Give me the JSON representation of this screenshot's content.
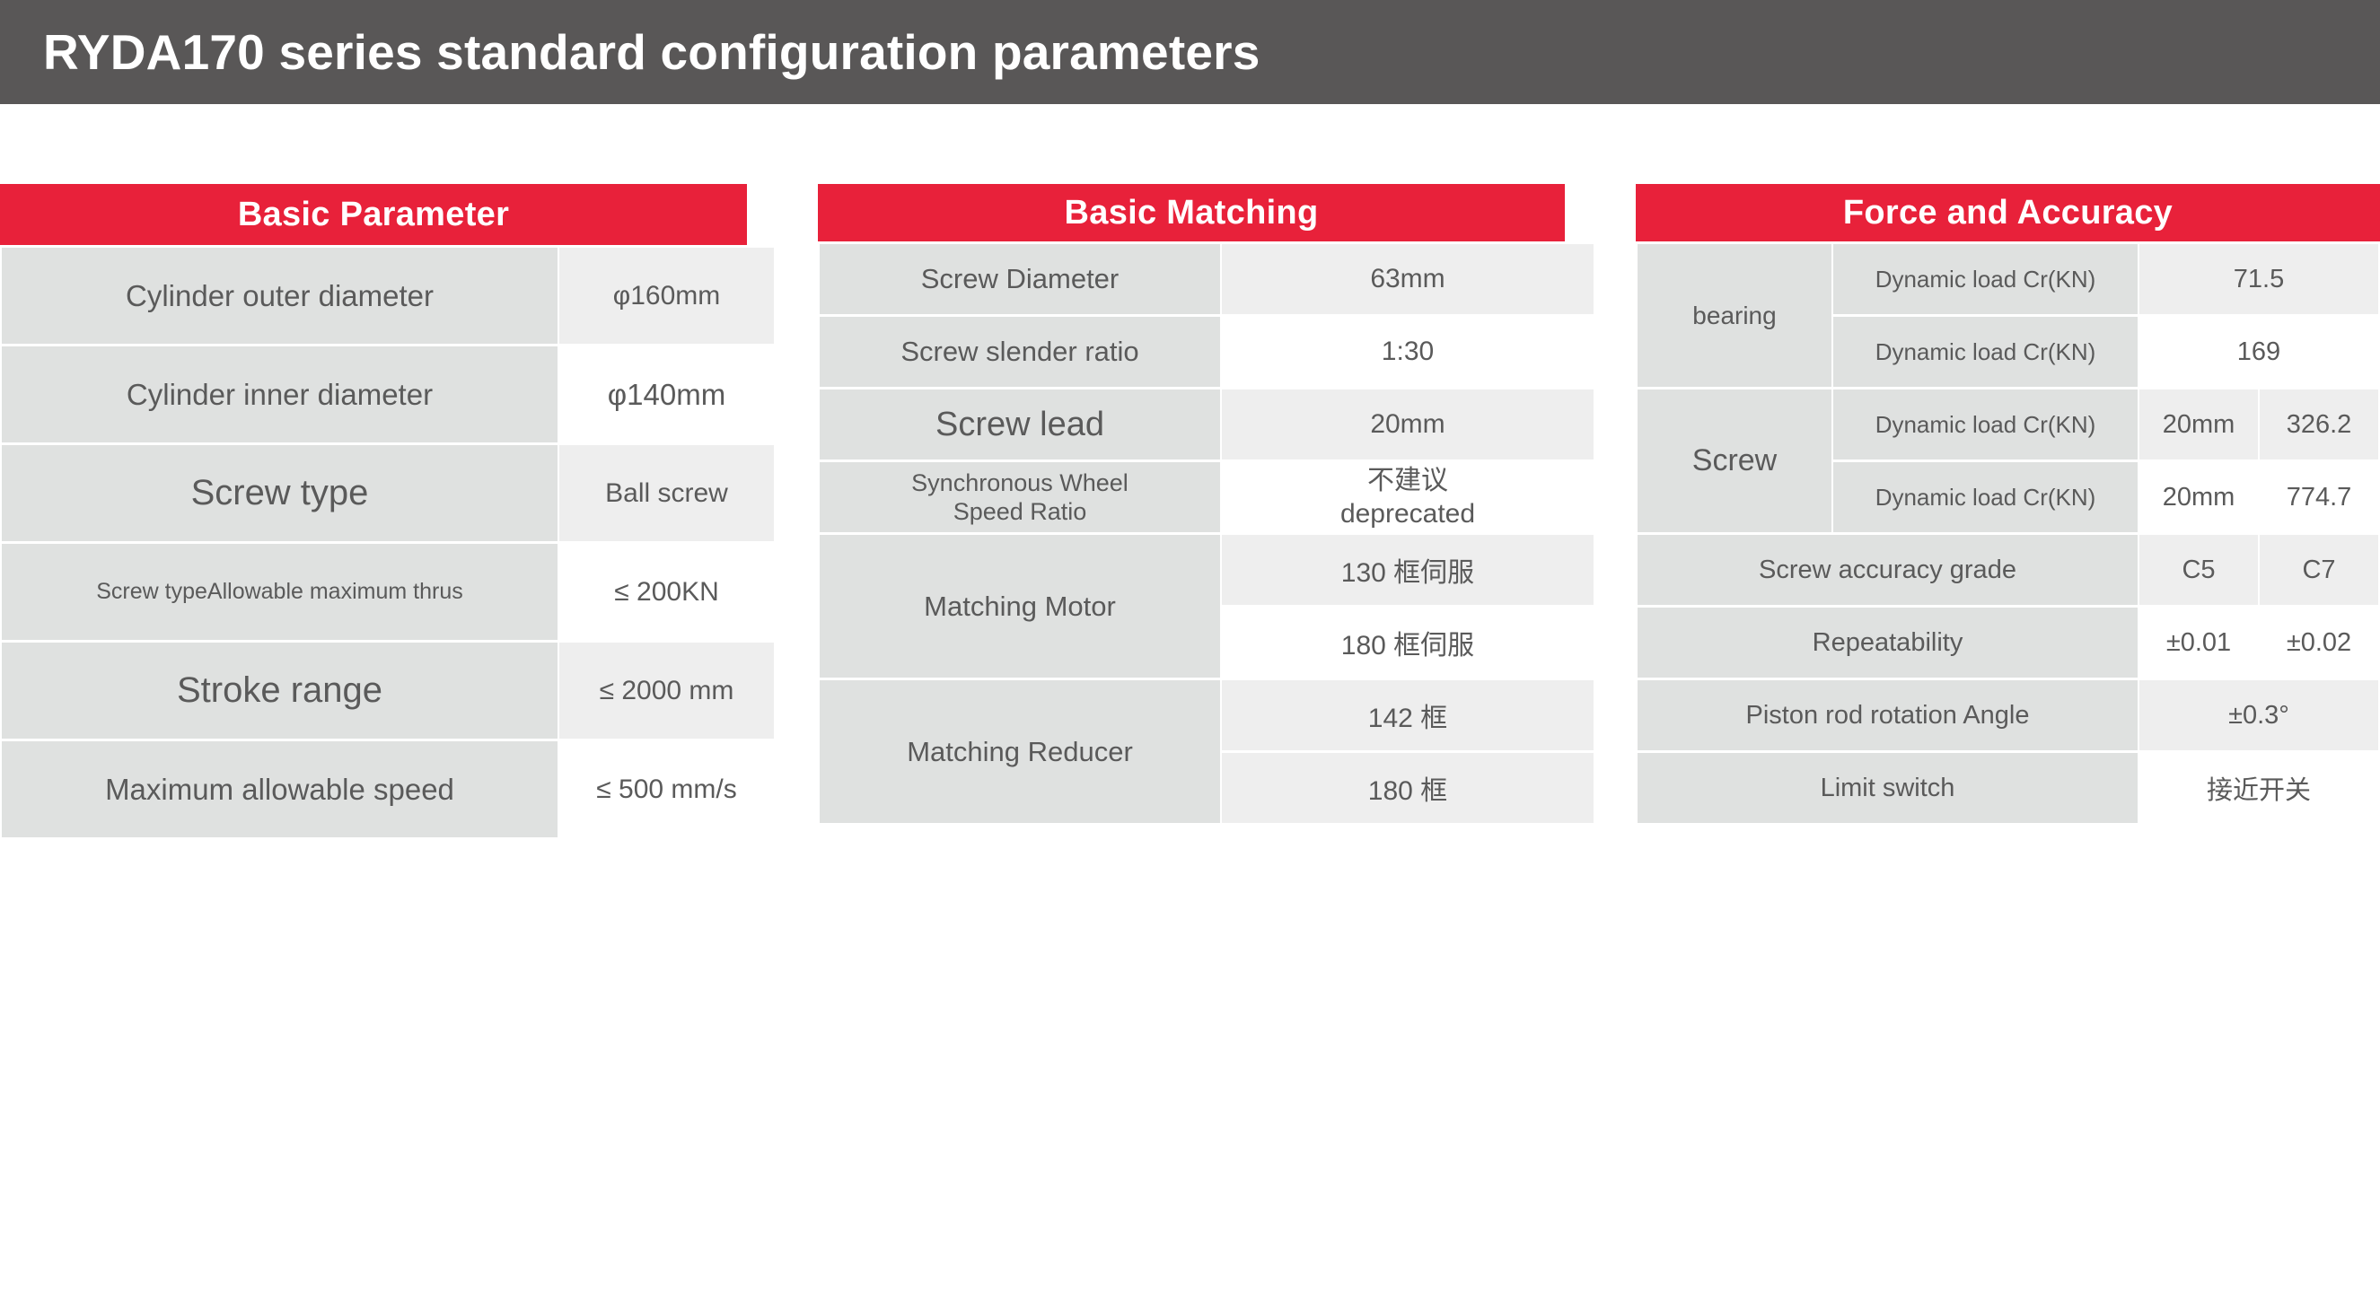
{
  "header": {
    "model": "RYDA170",
    "rest": " series standard configuration parameters",
    "full_title": "RYDA170 series standard configuration parameters",
    "bg_color": "#595757",
    "text_color": "#ffffff"
  },
  "theme": {
    "accent_red": "#e8213a",
    "label_bg": "#dfe1e0",
    "value_bg_alt": "#eeeeee",
    "value_bg": "#ffffff",
    "text_grey": "#5a5a5a"
  },
  "sections": [
    {
      "id": "basic-parameter",
      "title": "Basic Parameter",
      "rows": [
        {
          "label": "Cylinder outer diameter",
          "value": "φ160mm"
        },
        {
          "label": "Cylinder inner diameter",
          "value": "φ140mm"
        },
        {
          "label": "Screw type",
          "value": "Ball screw"
        },
        {
          "label": "Screw typeAllowable maximum thrus",
          "value": "≤ 200KN"
        },
        {
          "label": "Stroke range",
          "value": "≤ 2000 mm"
        },
        {
          "label": "Maximum allowable speed",
          "value": "≤ 500 mm/s"
        }
      ]
    },
    {
      "id": "basic-matching",
      "title": "Basic Matching",
      "rows": [
        {
          "label": "Screw Diameter",
          "value": "63mm"
        },
        {
          "label": "Screw slender ratio",
          "value": "1:30"
        },
        {
          "label": "Screw lead",
          "value": "20mm"
        },
        {
          "label_line1": "Synchronous Wheel",
          "label_line2": "Speed Ratio",
          "value_line1": "不建议",
          "value_line2": "deprecated"
        },
        {
          "label": "Matching Motor",
          "values": [
            "130 框伺服",
            "180 框伺服"
          ]
        },
        {
          "label": "Matching Reducer",
          "values": [
            "142 框",
            "180 框"
          ]
        }
      ]
    },
    {
      "id": "force-and-accuracy",
      "title": "Force and Accuracy",
      "groups": [
        {
          "name": "bearing",
          "rows": [
            {
              "sub": "Dynamic load Cr(KN)",
              "value": "71.5"
            },
            {
              "sub": "Dynamic load Cr(KN)",
              "value": "169"
            }
          ]
        },
        {
          "name": "Screw",
          "rows": [
            {
              "sub": "Dynamic load Cr(KN)",
              "value1": "20mm",
              "value2": "326.2"
            },
            {
              "sub": "Dynamic load Cr(KN)",
              "value1": "20mm",
              "value2": "774.7"
            }
          ]
        }
      ],
      "rows": [
        {
          "label": "Screw accuracy grade",
          "value1": "C5",
          "value2": "C7"
        },
        {
          "label": "Repeatability",
          "value1": "±0.01",
          "value2": "±0.02"
        },
        {
          "label": "Piston rod rotation Angle",
          "value": "±0.3°"
        },
        {
          "label": "Limit switch",
          "value": "接近开关"
        }
      ]
    }
  ]
}
